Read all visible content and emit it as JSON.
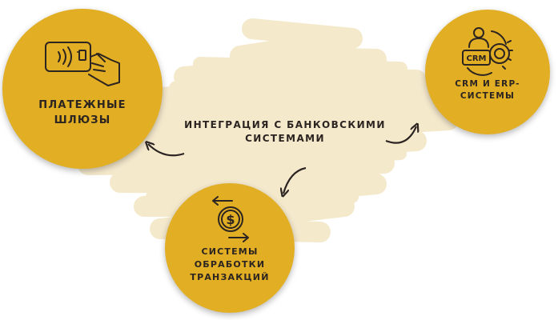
{
  "colors": {
    "circle_fill": "#e2ae23",
    "scribble": "#f5e9cc",
    "text": "#2b2421",
    "icon_stroke": "#2b2421"
  },
  "center": {
    "lines": [
      "ИНТЕГРАЦИЯ С БАНКОВСКИМИ",
      "СИСТЕМАМИ"
    ]
  },
  "nodes": {
    "gateways": {
      "lines": [
        "ПЛАТЕЖНЫЕ",
        "ШЛЮЗЫ"
      ],
      "icon": "contactless-card-hand-icon"
    },
    "crm": {
      "lines": [
        "CRM И ERP-",
        "СИСТЕМЫ"
      ],
      "icon": "crm-gear-icon",
      "icon_text": "CRM"
    },
    "transactions": {
      "lines": [
        "СИСТЕМЫ",
        "ОБРАБОТКИ",
        "ТРАНЗАКЦИЙ"
      ],
      "icon": "dollar-exchange-icon"
    }
  }
}
